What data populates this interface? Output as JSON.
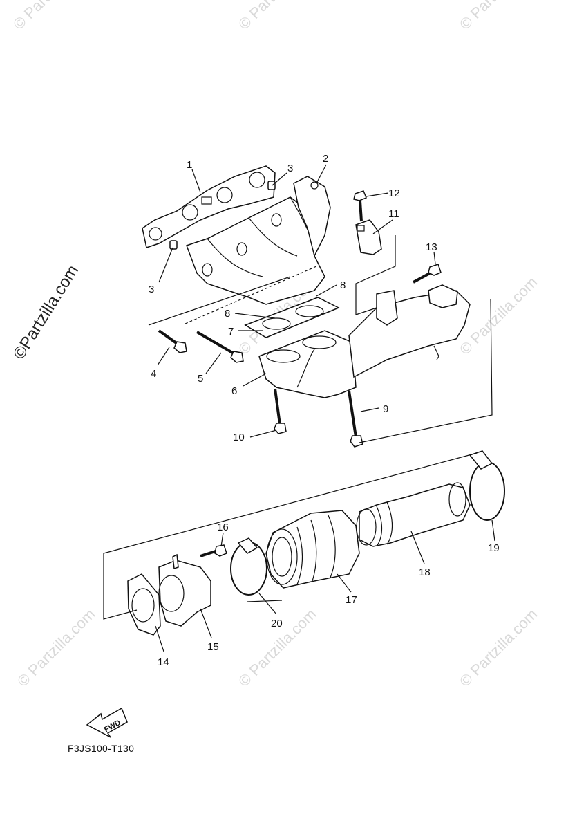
{
  "watermarks": {
    "main": "©Partzilla.com",
    "faint": "© Partzilla.com"
  },
  "diagram_code": "F3JS100-T130",
  "fwd_label": "FWD",
  "callouts": {
    "c1": "1",
    "c2": "2",
    "c3a": "3",
    "c3b": "3",
    "c4": "4",
    "c5": "5",
    "c6": "6",
    "c7": "7",
    "c8a": "8",
    "c8b": "8",
    "c9": "9",
    "c10": "10",
    "c11": "11",
    "c12": "12",
    "c13": "13",
    "c14": "14",
    "c15": "15",
    "c16": "16",
    "c17": "17",
    "c18": "18",
    "c19": "19",
    "c20": "20"
  }
}
